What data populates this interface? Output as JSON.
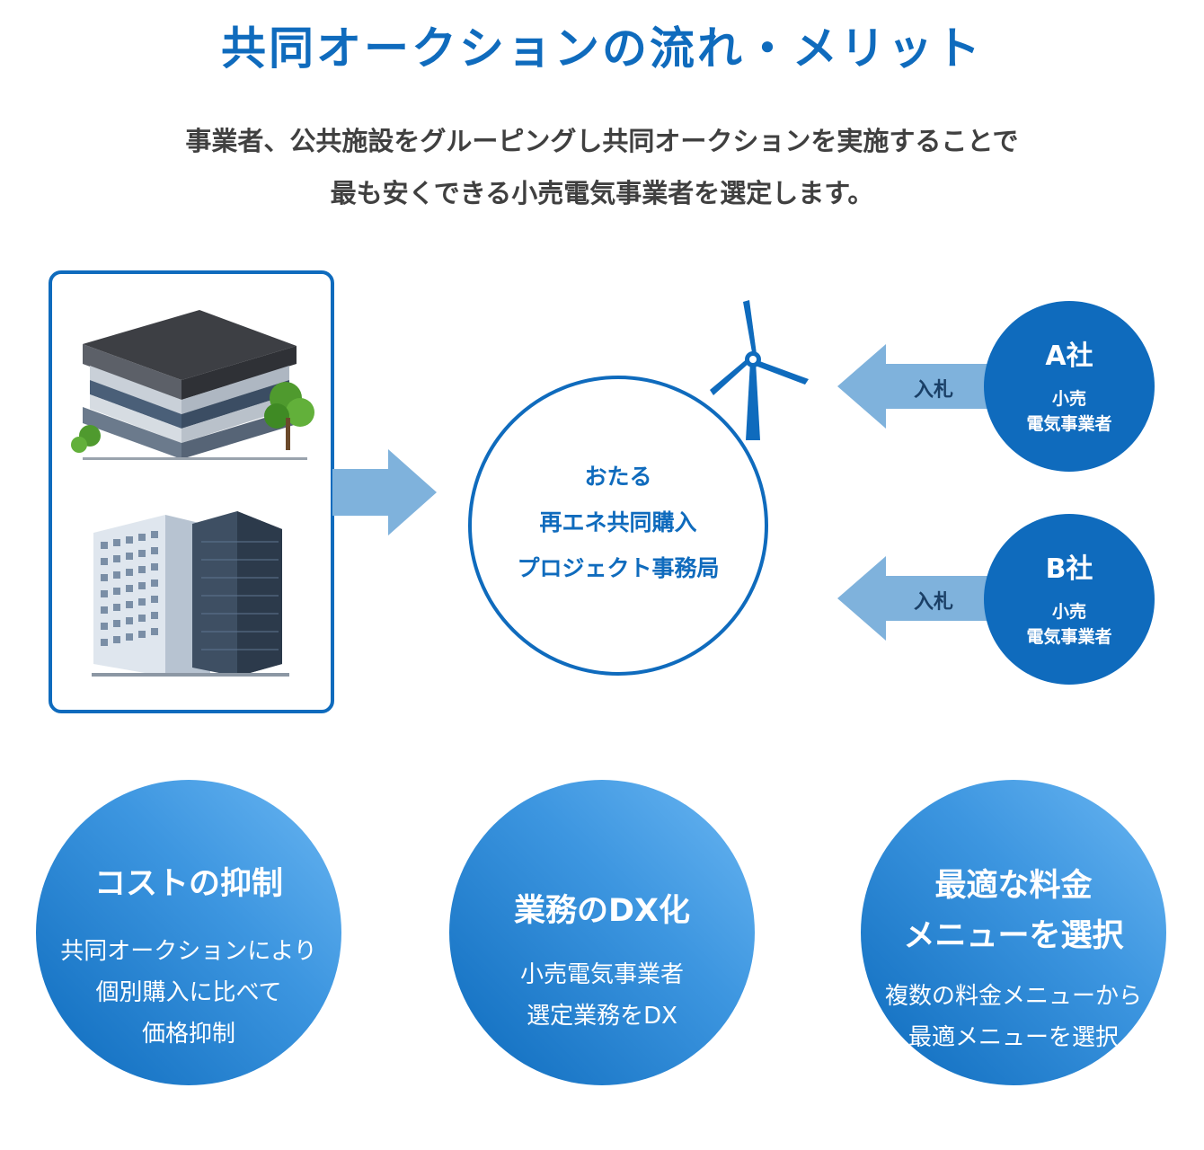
{
  "title": "共同オークションの流れ・メリット",
  "subtitle": {
    "line1": "事業者、公共施設をグルーピングし共同オークションを実施することで",
    "line2": "最も安くできる小売電気事業者を選定します。"
  },
  "center": {
    "lines": [
      "おたる",
      "再エネ共同購入",
      "プロジェクト事務局"
    ]
  },
  "bidders": [
    {
      "name": "A社",
      "role": [
        "小売",
        "電気事業者"
      ],
      "arrow_label": "入札"
    },
    {
      "name": "B社",
      "role": [
        "小売",
        "電気事業者"
      ],
      "arrow_label": "入札"
    }
  ],
  "merits": [
    {
      "title": [
        "コストの抑制"
      ],
      "desc": [
        "共同オークションにより",
        "個別購入に比べて",
        "価格抑制"
      ]
    },
    {
      "title": [
        "業務のDX化"
      ],
      "desc": [
        "小売電気事業者",
        "選定業務をDX"
      ]
    },
    {
      "title": [
        "最適な料金",
        "メニューを選択"
      ],
      "desc": [
        "複数の料金メニューから",
        "最適メニューを選択"
      ]
    }
  ],
  "colors": {
    "primary": "#0f6bbd",
    "arrow": "#7fb2dc",
    "gradient_light": "#6ab6f2"
  }
}
